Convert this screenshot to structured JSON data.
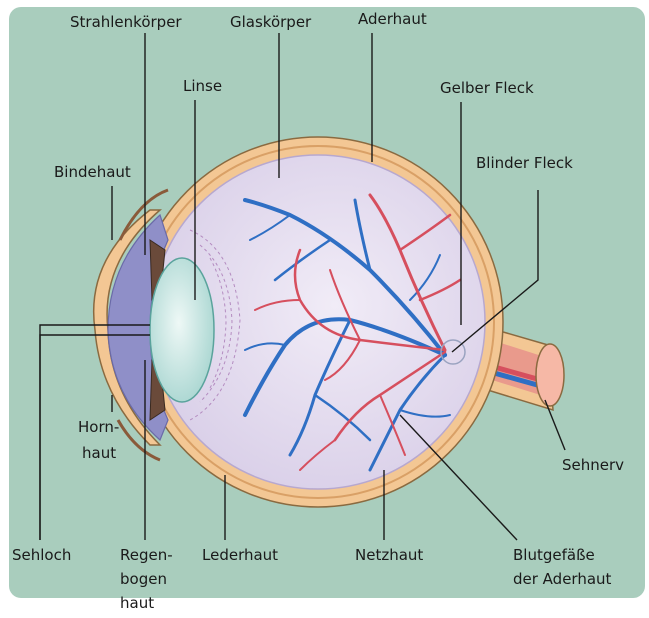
{
  "diagram": {
    "colors": {
      "background": "#a9cdbd",
      "sclera": "#f3c794",
      "sclera_outline": "#8a6a40",
      "vitreous": "#e6def0",
      "iris": "#8f8fc8",
      "lens": "#cfe9e6",
      "artery": "#d64f5e",
      "vein": "#2f6fc4"
    },
    "labels": {
      "strahlenkoerper": "Strahlenkörper",
      "glaskoerper": "Glaskörper",
      "aderhaut": "Aderhaut",
      "linse": "Linse",
      "gelber_fleck": "Gelber Fleck",
      "bindehaut": "Bindehaut",
      "blinder_fleck": "Blinder Fleck",
      "horn": "Horn-",
      "haut": "haut",
      "sehnerv": "Sehnerv",
      "sehloch": "Sehloch",
      "regen": "Regen-",
      "bogen": "bogen",
      "regen_haut": "haut",
      "lederhaut": "Lederhaut",
      "netzhaut": "Netzhaut",
      "blutgefaesse": "Blutgefäße",
      "der_aderhaut": "der Aderhaut"
    }
  }
}
